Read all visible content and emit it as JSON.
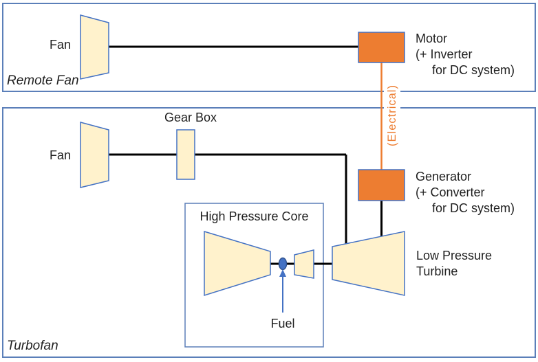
{
  "colors": {
    "outer_box_border": "#5B7FB9",
    "shape_border": "#4472C4",
    "shape_fill": "#FFF2CC",
    "accent_orange": "#ED7D31",
    "combustor_fill": "#4472C4",
    "combustor_border": "#2F528F",
    "shaft_black": "#000000",
    "text_color": "#1f1f1f"
  },
  "remote_fan_section": {
    "section_label": "Remote Fan",
    "fan_label": "Fan",
    "motor_label": [
      "Motor",
      "(+ Inverter",
      "for DC system)"
    ]
  },
  "electrical_link": {
    "label": "(Electrical)"
  },
  "turbofan_section": {
    "section_label": "Turbofan",
    "fan_label": "Fan",
    "gearbox_label": "Gear Box",
    "hp_core_label": "High Pressure Core",
    "fuel_label": "Fuel",
    "lpt_label": [
      "Low Pressure",
      "Turbine"
    ],
    "generator_label": [
      "Generator",
      "(+ Converter",
      "for DC system)"
    ]
  }
}
